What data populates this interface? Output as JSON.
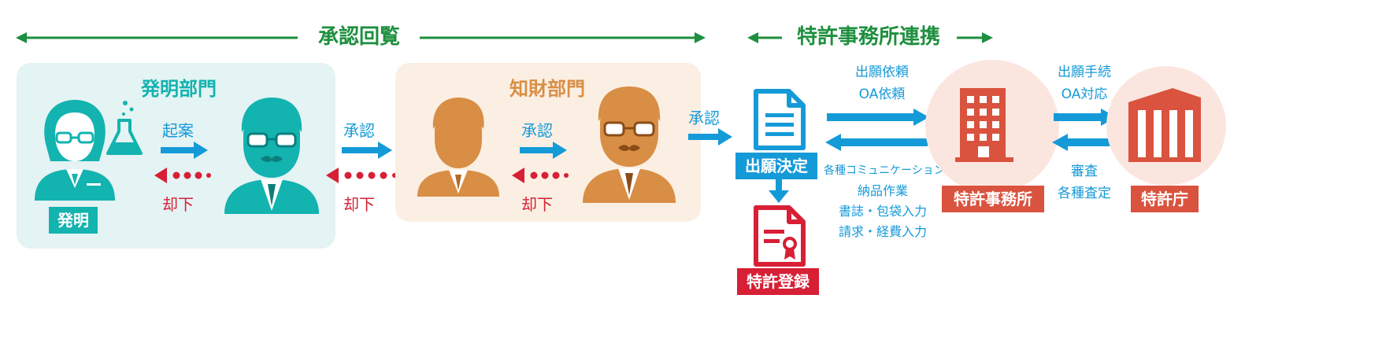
{
  "phases": {
    "approval": "承認回覧",
    "firm_coordination": "特許事務所連携"
  },
  "regions": {
    "invention_dept": {
      "title": "発明部門",
      "inventor_badge": "発明"
    },
    "ip_dept": {
      "title": "知財部門"
    }
  },
  "flows": {
    "draft": "起案",
    "approve_1": "承認",
    "approve_2": "承認",
    "approve_3": "承認",
    "reject_1": "却下",
    "reject_2": "却下",
    "reject_3": "却下"
  },
  "nodes": {
    "filing_decision": "出願決定",
    "patent_registration": "特許登録",
    "patent_firm": "特許事務所",
    "patent_office": "特許庁"
  },
  "firm_labels": {
    "to_firm": [
      "出願依頼",
      "OA依頼"
    ],
    "from_firm": [
      "各種コミュニケーション",
      "納品作業",
      "書誌・包袋入力",
      "請求・経費入力"
    ],
    "to_office": [
      "出願手続",
      "OA対応"
    ],
    "from_office": [
      "審査",
      "各種査定"
    ]
  },
  "colors": {
    "green": "#1e8f3e",
    "teal": "#13b3b0",
    "teal_bg": "#e4f3f3",
    "orange": "#d98e45",
    "orange_bg": "#fbefe3",
    "blue": "#159ad8",
    "red": "#d71f35",
    "firm_red": "#d9533e",
    "firm_bg": "#fbe6df"
  }
}
